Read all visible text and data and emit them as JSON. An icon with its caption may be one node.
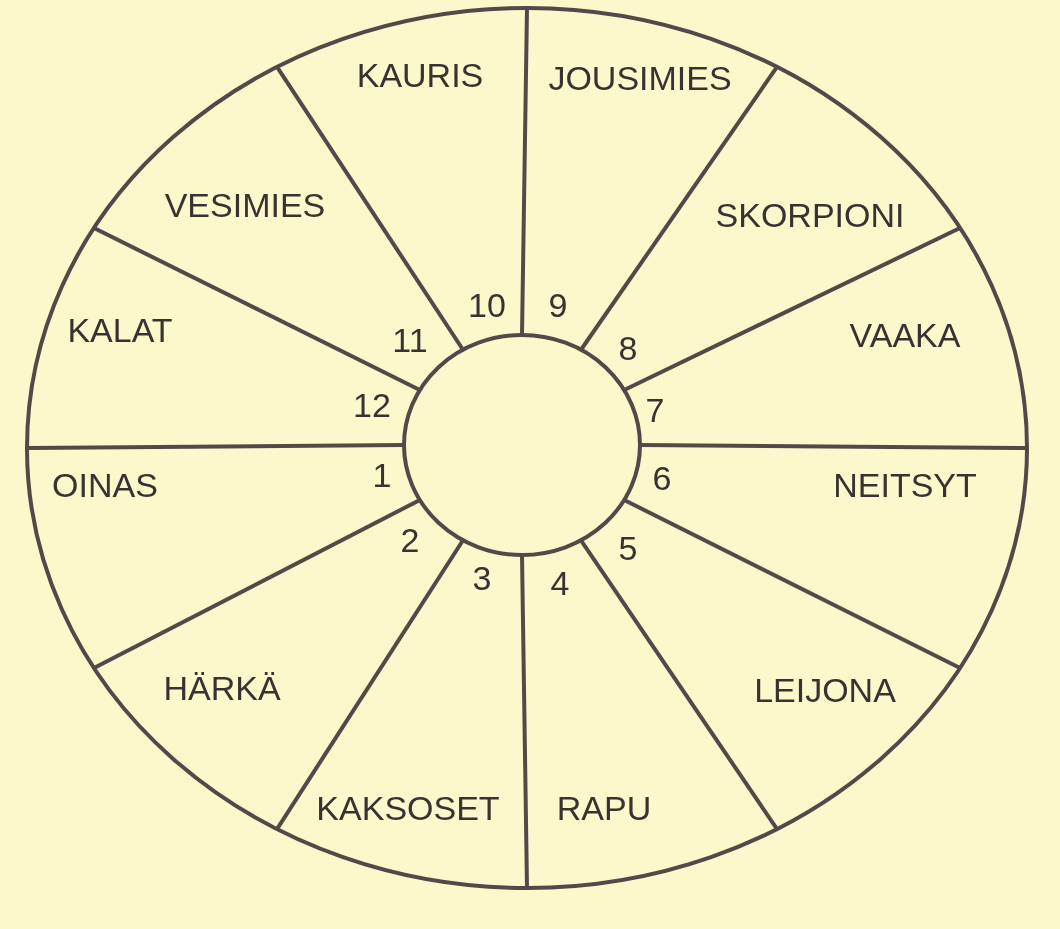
{
  "diagram": {
    "labels": [
      "KAURIS",
      "JOUSIMIES",
      "VESIMIES",
      "SKORPIONI",
      "10",
      "9",
      "KALAT",
      "11",
      "8",
      "VAAKA",
      "12",
      "7",
      "OINAS",
      "1",
      "6",
      "NEITSYT",
      "2",
      "5",
      "3",
      "4",
      "HÄRKÄ",
      "LEIJONA",
      "KAKSOSET",
      "RAPU"
    ]
  }
}
